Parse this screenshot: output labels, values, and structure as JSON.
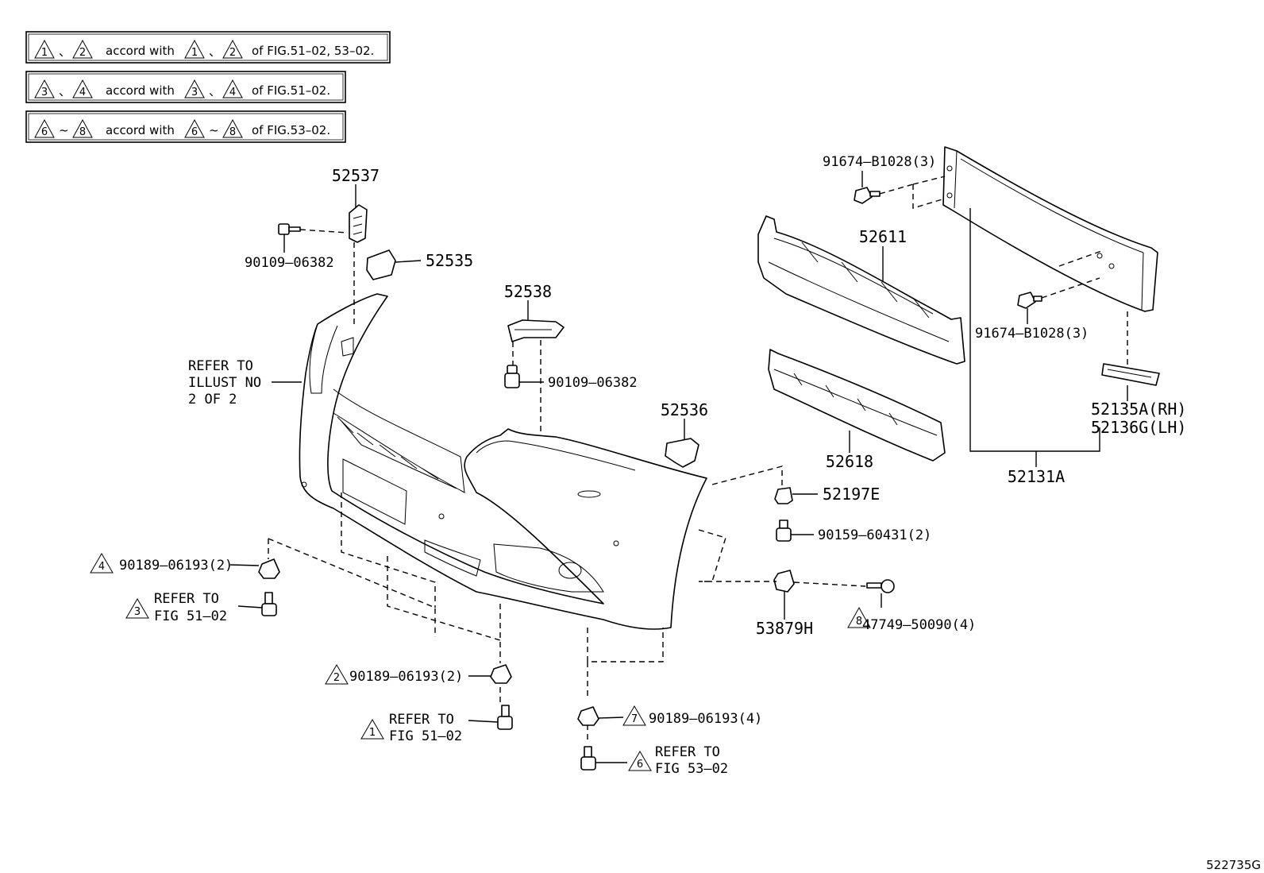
{
  "notes": [
    {
      "lead_a": "1",
      "sep": "、",
      "lead_b": "2",
      "text": "accord with",
      "ref_a": "1",
      "ref_sep": "、",
      "ref_b": "2",
      "tail": "of FIG.51–02, 53–02."
    },
    {
      "lead_a": "3",
      "sep": "、",
      "lead_b": "4",
      "text": "accord with",
      "ref_a": "3",
      "ref_sep": "、",
      "ref_b": "4",
      "tail": "of FIG.51–02."
    },
    {
      "lead_a": "6",
      "sep": "~",
      "lead_b": "8",
      "text": "accord with",
      "ref_a": "6",
      "ref_sep": "~",
      "ref_b": "8",
      "tail": "of FIG.53–02."
    }
  ],
  "parts": {
    "p52537": "52537",
    "p90109a": "90109–06382",
    "p52535": "52535",
    "p52538": "52538",
    "p90109b": "90109–06382",
    "p52536": "52536",
    "p91674a": "91674–B1028(3)",
    "p91674b": "91674–B1028(3)",
    "p52611": "52611",
    "p52618": "52618",
    "p52197e": "52197E",
    "p90159": "90159–60431(2)",
    "p53879h": "53879H",
    "p47749": "47749–50090(4)",
    "p52135a": "52135A(RH)",
    "p52136g": "52136G(LH)",
    "p52131a": "52131A",
    "p90189_4": "90189–06193(2)",
    "p90189_2": "90189–06193(2)",
    "p90189_7": "90189–06193(4)"
  },
  "callouts": {
    "illust_ref": [
      "REFER TO",
      "ILLUST NO",
      "2 OF 2"
    ],
    "ref3": [
      "REFER TO",
      "FIG 51–02"
    ],
    "ref1": [
      "REFER TO",
      "FIG 51–02"
    ],
    "ref6": [
      "REFER TO",
      "FIG 53–02"
    ]
  },
  "markers": {
    "m4": "4",
    "m3": "3",
    "m2": "2",
    "m1": "1",
    "m7": "7",
    "m6": "6",
    "m8": "8"
  },
  "figure_id": "522735G"
}
